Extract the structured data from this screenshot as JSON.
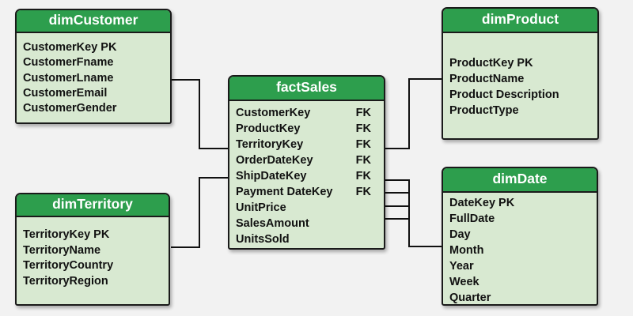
{
  "colors": {
    "bg": "#f2f2f2",
    "header-green": "#2d9e4d",
    "body-green": "#d8e9d1",
    "border": "#1a1a1a",
    "title-text": "#ffffff",
    "field-text": "#111111",
    "line": "#111111"
  },
  "diagram": {
    "tables": [
      {
        "id": "dimCustomer",
        "title": "dimCustomer",
        "fields": [
          {
            "label": "CustomerKey PK"
          },
          {
            "label": "CustomerFname"
          },
          {
            "label": "CustomerLname"
          },
          {
            "label": "CustomerEmail"
          },
          {
            "label": "CustomerGender"
          }
        ]
      },
      {
        "id": "dimTerritory",
        "title": "dimTerritory",
        "fields": [
          {
            "label": "TerritoryKey PK"
          },
          {
            "label": "TerritoryName"
          },
          {
            "label": "TerritoryCountry"
          },
          {
            "label": "TerritoryRegion"
          }
        ]
      },
      {
        "id": "factSales",
        "title": "factSales",
        "fields": [
          {
            "label": "CustomerKey",
            "key": "FK"
          },
          {
            "label": "ProductKey",
            "key": "FK"
          },
          {
            "label": "TerritoryKey",
            "key": "FK"
          },
          {
            "label": "OrderDateKey",
            "key": "FK"
          },
          {
            "label": "ShipDateKey",
            "key": "FK"
          },
          {
            "label": "Payment DateKey",
            "key": "FK"
          },
          {
            "label": "UnitPrice",
            "key": ""
          },
          {
            "label": "SalesAmount",
            "key": ""
          },
          {
            "label": "UnitsSold",
            "key": ""
          }
        ]
      },
      {
        "id": "dimProduct",
        "title": "dimProduct",
        "fields": [
          {
            "label": "ProductKey PK"
          },
          {
            "label": "ProductName"
          },
          {
            "label": "Product Description"
          },
          {
            "label": "ProductType"
          }
        ]
      },
      {
        "id": "dimDate",
        "title": "dimDate",
        "fields": [
          {
            "label": "DateKey PK"
          },
          {
            "label": "FullDate"
          },
          {
            "label": "Day"
          },
          {
            "label": "Month"
          },
          {
            "label": "Year"
          },
          {
            "label": "Week"
          },
          {
            "label": "Quarter"
          }
        ]
      }
    ],
    "relationships": [
      {
        "from": "dimCustomer",
        "to": "factSales"
      },
      {
        "from": "dimTerritory",
        "to": "factSales"
      },
      {
        "from": "factSales",
        "to": "dimProduct"
      },
      {
        "from": "factSales",
        "to": "dimDate"
      }
    ]
  }
}
